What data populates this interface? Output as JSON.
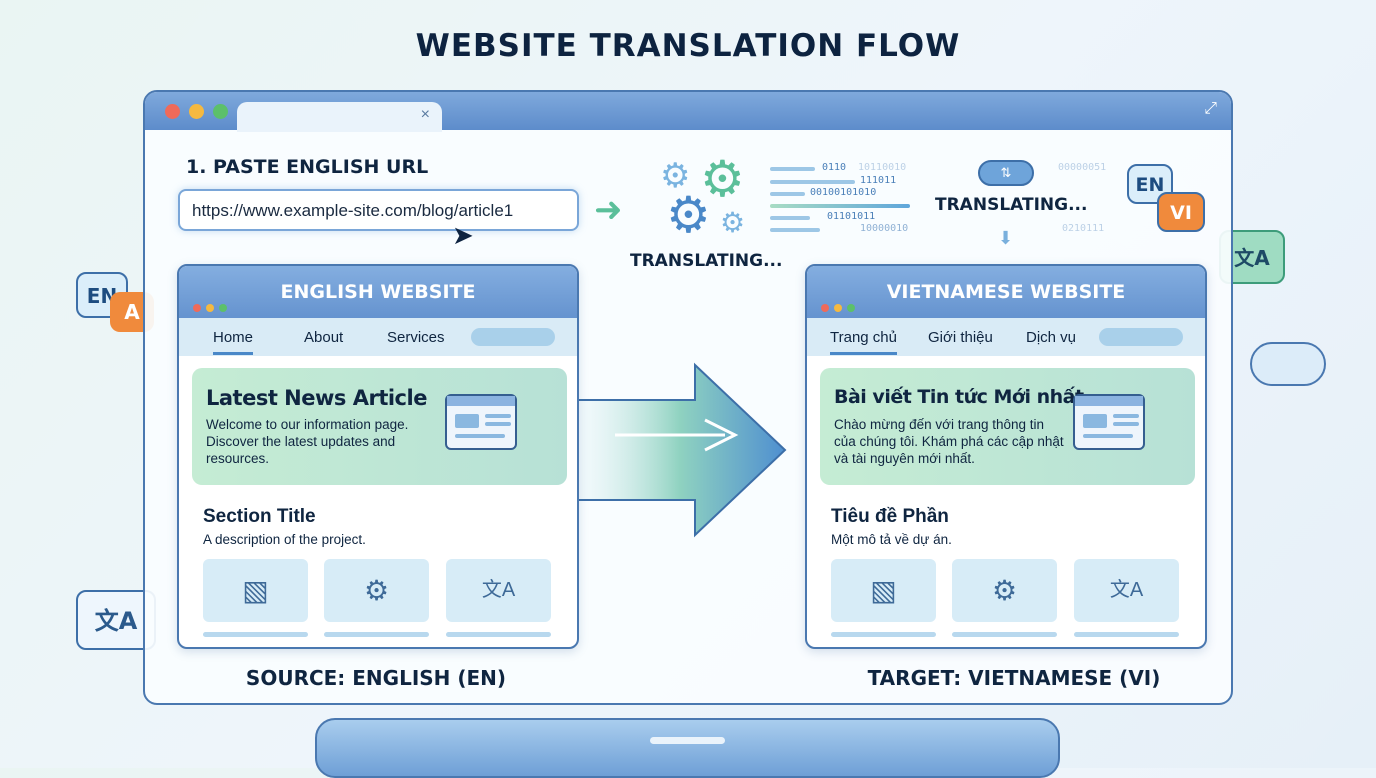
{
  "title": "WEBSITE TRANSLATION FLOW",
  "browser": {
    "tab_close": "×",
    "expand_icon": "⤢"
  },
  "step1": {
    "label": "1. PASTE ENGLISH URL",
    "url": "https://www.example-site.com/blog/article1"
  },
  "process": {
    "translating_1": "TRANSLATING...",
    "translating_2": "TRANSLATING...",
    "binary": [
      "0110",
      "111011",
      "00100101010",
      "01101011",
      "10000010",
      "10110010",
      "00000051",
      "0210111"
    ],
    "en": "EN",
    "vi": "VI"
  },
  "source": {
    "header": "ENGLISH WEBSITE",
    "nav": [
      "Home",
      "About",
      "Services"
    ],
    "hero_title": "Latest News Article",
    "hero_desc": "Welcome to our information page. Discover the latest updates and resources.",
    "section_title": "Section Title",
    "section_desc": "A description of the project.",
    "caption": "SOURCE: ENGLISH (EN)"
  },
  "target": {
    "header": "VIETNAMESE WEBSITE",
    "nav": [
      "Trang chủ",
      "Giới thiệu",
      "Dịch vụ"
    ],
    "hero_title": "Bài viết Tin tức Mới nhất",
    "hero_desc": "Chào mừng đến với trang thông tin của chúng tôi. Khám phá các cập nhật và tài nguyên mới nhất.",
    "section_title": "Tiêu đề Phần",
    "section_desc": "Một mô tả về dự án.",
    "caption": "TARGET: VIETNAMESE (VI)"
  },
  "side": {
    "en": "EN",
    "a": "A",
    "translate_glyph": "文A"
  },
  "colors": {
    "navy": "#0d2340",
    "blue": "#4a78b0",
    "green": "#5bbf9a",
    "orange": "#f08a3c"
  }
}
